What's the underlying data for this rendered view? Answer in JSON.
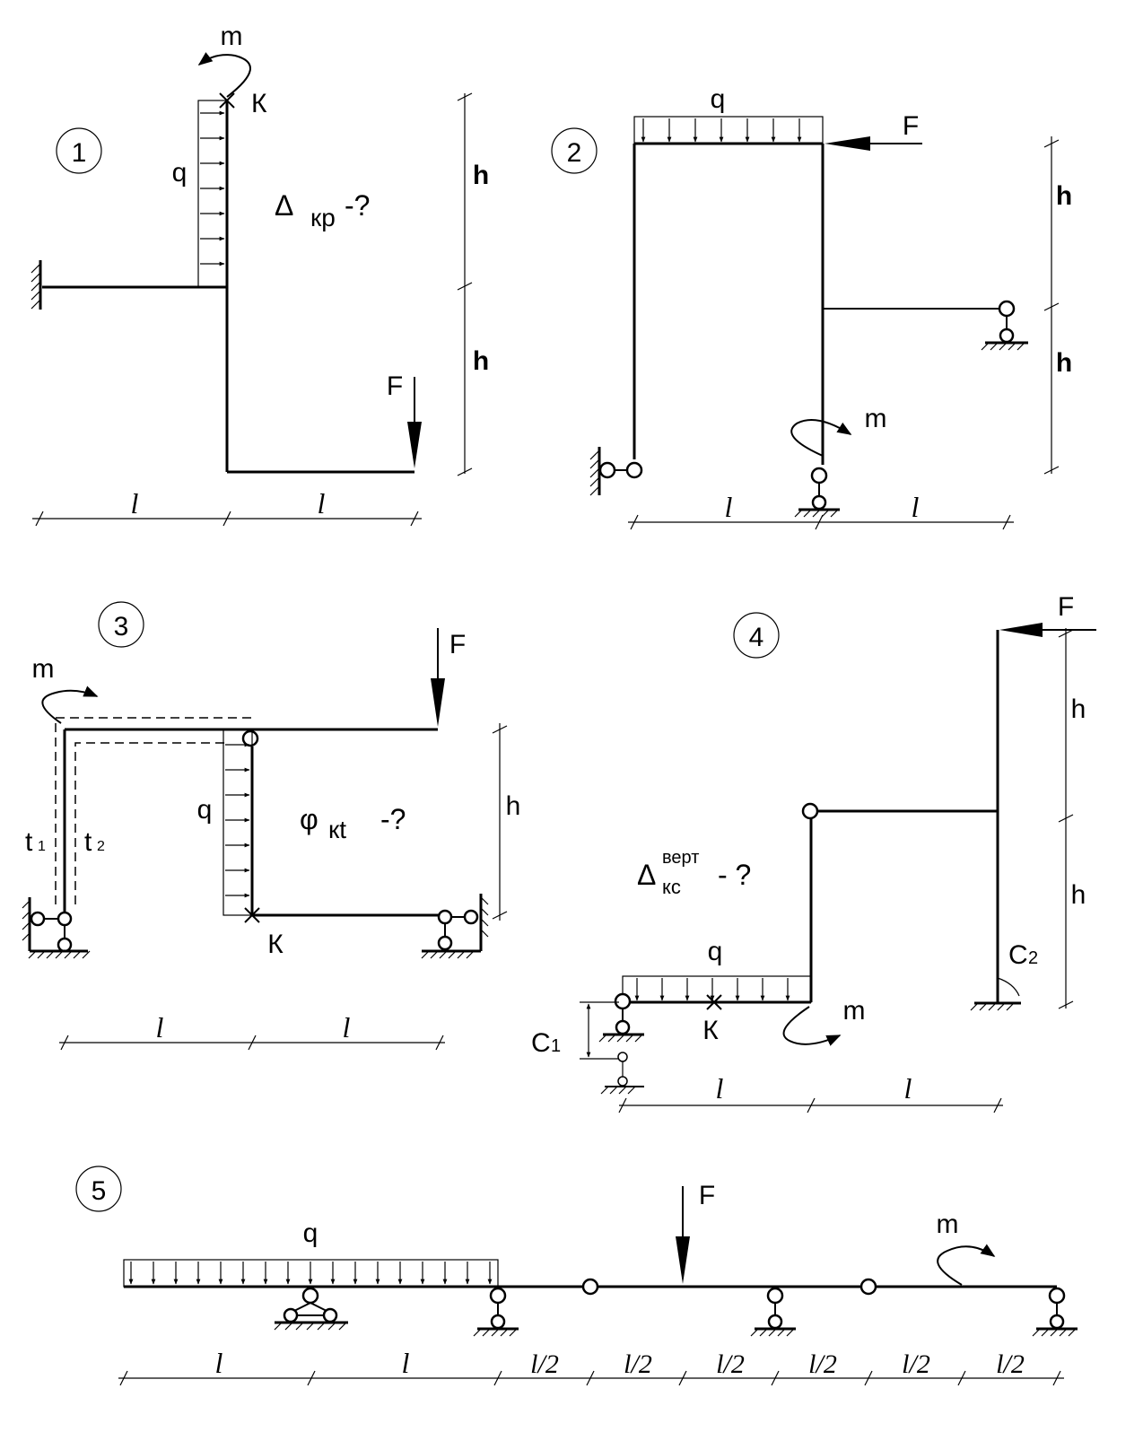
{
  "scheme_numbers": [
    "1",
    "2",
    "3",
    "4",
    "5"
  ],
  "labels": {
    "h": "h",
    "l": "l",
    "l_half": "l/2",
    "q": "q",
    "F": "F",
    "m": "m",
    "K": "К",
    "t1": "t",
    "t1_sub": "1",
    "t2": "t",
    "t2_sub": "2",
    "C1": "C",
    "C1_sub": "1",
    "C2": "C",
    "C2_sub": "2"
  },
  "questions": {
    "q1_symbol": "Δ",
    "q1_sub": "кр",
    "q1_tail": "-?",
    "q3_symbol": "φ",
    "q3_sub": "кt",
    "q3_tail": "-?",
    "q4_symbol": "Δ",
    "q4_sup": "верт",
    "q4_sub": "кс",
    "q4_tail": "- ?"
  }
}
